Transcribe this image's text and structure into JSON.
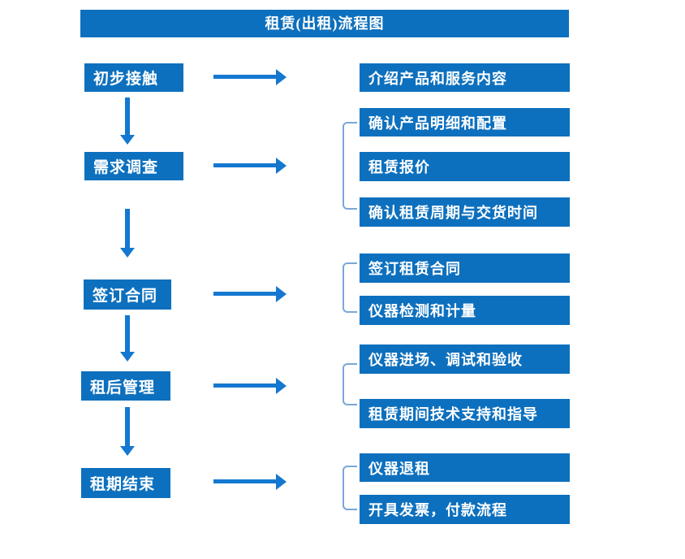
{
  "title": "租赁(出租)流程图",
  "colors": {
    "box_blue": "#0d70be",
    "arrow_blue": "#1478d0",
    "bracket_blue": "#7aa7d9",
    "text_white": "#ffffff"
  },
  "steps": [
    {
      "label": "初步接触",
      "details": [
        "介绍产品和服务内容"
      ]
    },
    {
      "label": "需求调查",
      "details": [
        "确认产品明细和配置",
        "租赁报价",
        "确认租赁周期与交货时间"
      ]
    },
    {
      "label": "签订合同",
      "details": [
        "签订租赁合同",
        "仪器检测和计量"
      ]
    },
    {
      "label": "租后管理",
      "details": [
        "仪器进场、调试和验收",
        "租赁期间技术支持和指导"
      ]
    },
    {
      "label": "租期结束",
      "details": [
        "仪器退租",
        "开具发票，付款流程"
      ]
    }
  ]
}
